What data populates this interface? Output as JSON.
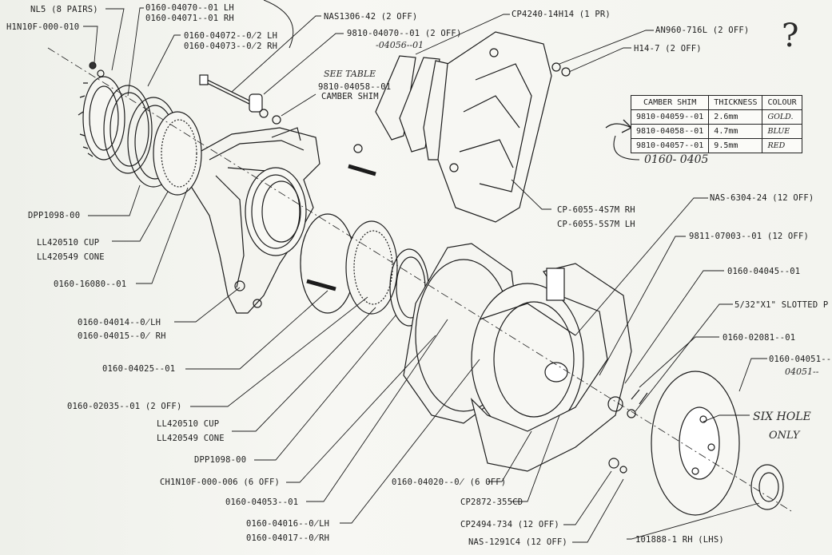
{
  "labels": {
    "nl5": "NL5 (8 PAIRS)",
    "h1n10f": "H1N10F-000-010",
    "p04070_lh": "0160-04070--01 LH",
    "p04071_rh": "0160-04071--01 RH",
    "p04072_lh": "0160-04072--0̸2 LH",
    "p04073_rh": "0160-04073--0̸2 RH",
    "nas1306": "NAS1306-42 (2 OFF)",
    "p9810_04070": "9810-04070--01 (2 OFF)",
    "p04056": "-04056--01",
    "cp4240": "CP4240-14H14 (1 PR)",
    "an960": "AN960-716L (2 OFF)",
    "h14": "H14-7 (2 OFF)",
    "see_table": "SEE TABLE",
    "p9810_04058": "9810-04058--01",
    "camber_shim": "CAMBER SHIM",
    "cp6055_rh": "CP-6055-4S7M RH",
    "cp6055_lh": "CP-6055-5S7M LH",
    "nas6304": "NAS-6304-24 (12 OFF)",
    "p9811": "9811-07003--01 (12 OFF)",
    "p04045": "0160-04045--01",
    "slotted": "5/32\"X1\" SLOTTED P",
    "p02081": "0160-02081--01",
    "p04051": "0160-04051--",
    "p04051b": "04051--",
    "dpp1098_a": "DPP1098-00",
    "ll420510_a": "LL420510 CUP",
    "ll420549_a": "LL420549 CONE",
    "p16080": "0160-16080--01",
    "p04014_lh": "0160-04014--0̸LH",
    "p04015_rh": "0160-04015--0̸ RH",
    "p04025": "0160-04025--01",
    "p02035": "0160-02035--01 (2 OFF)",
    "ll420510_b": "LL420510 CUP",
    "ll420549_b": "LL420549 CONE",
    "dpp1098_b": "DPP1098-00",
    "ch1n10f": "CH1N10F-000-006 (6 OFF)",
    "p04053": "0160-04053--01",
    "p04016_lh": "0160-04016--0̸LH",
    "p04017_rh": "0160-04017--0̸RH",
    "p04020": "0160-04020--0̸ (6 OFF)",
    "cp2872": "CP2872-355CD",
    "cp2494": "CP2494-734 (12 OFF)",
    "nas1291": "NAS-1291C4 (12 OFF)",
    "p101888": "101888-1 RH (LHS)"
  },
  "handwritten": {
    "question": "?",
    "note_0160_0405": "0160- 0405",
    "six_holes": "SIX HOLE",
    "only": "ONLY",
    "p04051_hand": "04051--"
  },
  "camber_table": {
    "headers": [
      "CAMBER SHIM",
      "THICKNESS",
      "COLOUR"
    ],
    "rows": [
      [
        "9810-04059--01",
        "2.6mm",
        "GOLD."
      ],
      [
        "9810-04058--01",
        "4.7mm",
        "BLUE"
      ],
      [
        "9810-04057--01",
        "9.5mm",
        "RED"
      ]
    ]
  },
  "colors": {
    "ink": "#1c1c1c",
    "paper": "#f3f4f0",
    "hand": "#2a2a2a"
  }
}
